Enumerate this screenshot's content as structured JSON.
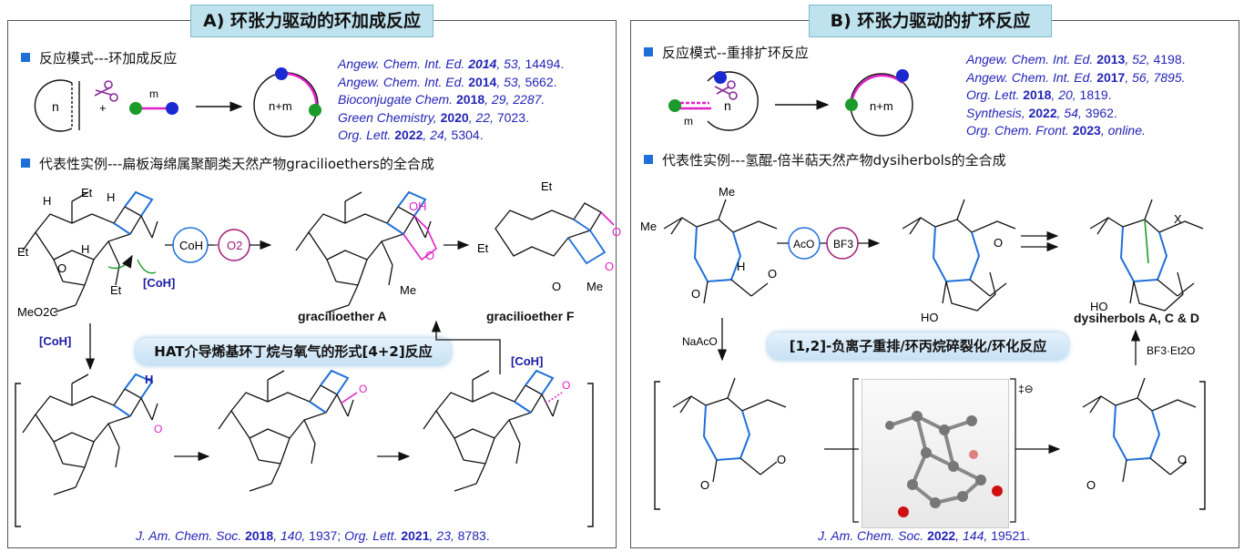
{
  "panelA": {
    "title": "A) 环张力驱动的环加成反应",
    "bullet1": "反应模式---环加成反应",
    "bullet2": "代表性实例---扁板海绵属聚酮类天然产物gracilioethers的全合成",
    "refs": [
      {
        "journal": "Angew. Chem. Int. Ed.",
        "year": "2014",
        "vol": "53",
        "page": "14494."
      },
      {
        "journal": "Angew. Chem. Int. Ed.",
        "year": "2014",
        "vol": "53",
        "page": "5662."
      },
      {
        "journal": "Bioconjugate Chem.",
        "year": "2018",
        "vol": "29",
        "page": "2287."
      },
      {
        "journal": "Green Chemistry,",
        "year": "2020",
        "vol": "22",
        "page": "7023."
      },
      {
        "journal": "Org. Lett.",
        "year": "2022",
        "vol": "24",
        "page": "5304."
      }
    ],
    "scheme": {
      "n": "n",
      "plus": "+",
      "m": "m",
      "nm": "n+m"
    },
    "reagents": {
      "coh": "CoH",
      "o2": "O2",
      "coh_br": "[CoH]",
      "coh_br2": "[CoH]",
      "coh_br3": "[CoH]"
    },
    "labels": {
      "H": "H",
      "Et": "Et",
      "Me": "Me",
      "O": "O",
      "OH": "OH",
      "MeO2C": "MeO2C"
    },
    "compounds": {
      "a": "gracilioether A",
      "f": "gracilioether F"
    },
    "pill": "HAT介导烯基环丁烷与氧气的形式[4+2]反应",
    "cite": {
      "j1": "J. Am. Chem. Soc.",
      "y1": "2018",
      "v1": "140",
      "p1": "1937;",
      "j2": "Org. Lett.",
      "y2": "2021",
      "v2": "23",
      "p2": "8783."
    }
  },
  "panelB": {
    "title": "B) 环张力驱动的扩环反应",
    "bullet1": "反应模式--重排扩环反应",
    "bullet2": "代表性实例---氢醌-倍半萜天然产物dysiherbols的全合成",
    "refs": [
      {
        "journal": "Angew. Chem. Int. Ed.",
        "year": "2013",
        "vol": "52",
        "page": "4198."
      },
      {
        "journal": "Angew. Chem. Int. Ed.",
        "year": "2017",
        "vol": "56",
        "page": "7895."
      },
      {
        "journal": "Org. Lett.",
        "year": "2018",
        "vol": "20",
        "page": "1819."
      },
      {
        "journal": "Synthesis,",
        "year": "2022",
        "vol": "54",
        "page": "3962."
      },
      {
        "journal": "Org. Chem. Front.",
        "year": "2023",
        "vol": "",
        "page": "online."
      }
    ],
    "scheme": {
      "n": "n",
      "m": "m",
      "nm": "n+m"
    },
    "reagents": {
      "aco": "AcO",
      "bf3": "BF3",
      "naaco": "NaAcO",
      "bf3et": "BF3·Et2O"
    },
    "labels": {
      "Me": "Me",
      "H": "H",
      "O": "O",
      "HO": "HO",
      "X": "X",
      "dagger": "‡⊖"
    },
    "compounds": {
      "d": "dysiherbols A, C & D"
    },
    "pill": "[1,2]-负离子重排/环丙烷碎裂化/环化反应",
    "cite": {
      "j": "J. Am. Chem. Soc.",
      "y": "2022",
      "v": "144",
      "p": "19521."
    }
  },
  "colors": {
    "blue": "#1e6fd9",
    "magenta": "#e020c8",
    "green": "#1c9a2a",
    "navy": "#1a1aa6",
    "pillbg": "#c7e1f4"
  }
}
